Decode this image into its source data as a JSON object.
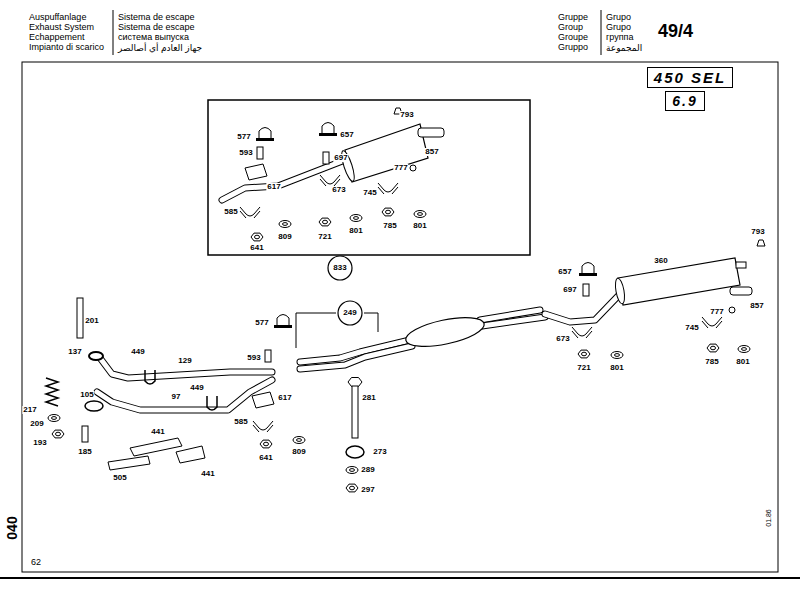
{
  "diagram": {
    "nodes": [
      {
        "text": [
          "450 SEL"
        ]
      },
      {
        "text": [
          "6.9"
        ]
      },
      {
        "text": [
          "833"
        ]
      },
      {
        "text": [
          "249"
        ]
      }
    ],
    "labels": [
      "Auspuffanlage",
      "Exhaust System",
      "Echappement",
      "Impianto di scarico",
      "Sistema de escape",
      "Sistema de escape",
      "система выпуска",
      "جهاز العادم أي أصالصر",
      "Gruppe",
      "Group",
      "Groupe",
      "Gruppo",
      "Grupo",
      "Grupo",
      "группа",
      "المجموعة",
      "49/4",
      "577",
      "657",
      "793",
      "593",
      "697",
      "857",
      "617",
      "777",
      "673",
      "745",
      "585",
      "721",
      "801",
      "785",
      "801",
      "809",
      "641",
      "201",
      "137",
      "449",
      "129",
      "105",
      "97",
      "449",
      "217",
      "209",
      "193",
      "185",
      "441",
      "505",
      "441",
      "577",
      "593",
      "617",
      "585",
      "641",
      "809",
      "281",
      "273",
      "289",
      "297",
      "360",
      "657",
      "697",
      "673",
      "721",
      "801",
      "793",
      "857",
      "777",
      "745",
      "785",
      "801",
      "040",
      "62",
      "01.86"
    ]
  }
}
